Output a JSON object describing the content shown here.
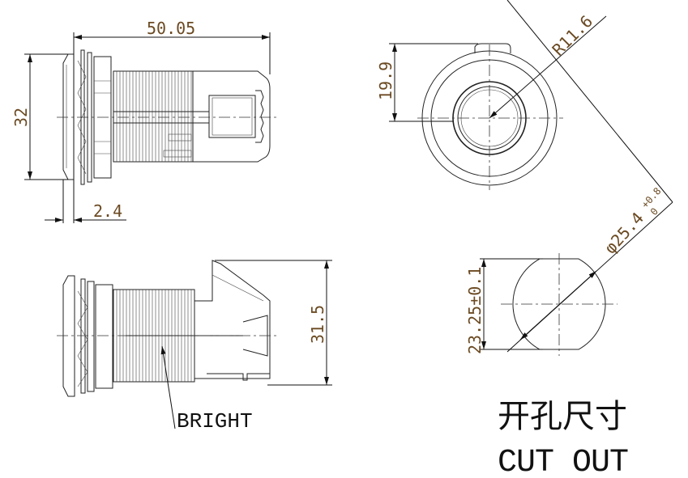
{
  "title_cn": "开孔尺寸",
  "title_en": "CUT OUT",
  "dimensions": {
    "overall_length": "50.05",
    "bezel_diameter": "32",
    "bezel_thickness": "2.4",
    "tab_height": "19.9",
    "radius": "R11.6",
    "side_height": "31.5",
    "cutout_flat": "23.25±0.1",
    "cutout_diameter": "φ25.4",
    "cutout_tol_upper": "+0.8",
    "cutout_tol_lower": "0"
  },
  "labels": {
    "finish": "BRIGHT"
  },
  "colors": {
    "dimension_text": "#6b4a22",
    "lines": "#222222"
  }
}
